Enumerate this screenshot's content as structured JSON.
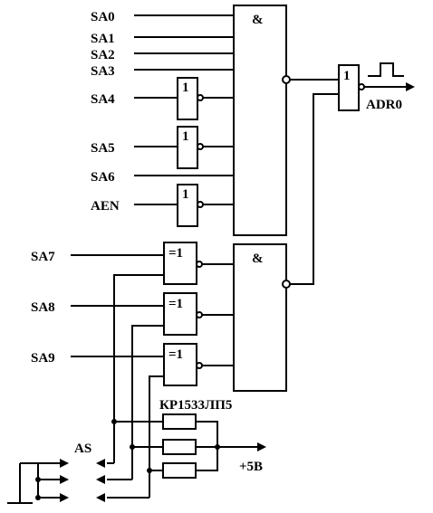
{
  "inputs": {
    "sa0": "SA0",
    "sa1": "SA1",
    "sa2": "SA2",
    "sa3": "SA3",
    "sa4": "SA4",
    "sa5": "SA5",
    "sa6": "SA6",
    "aen": "AEN",
    "sa7": "SA7",
    "sa8": "SA8",
    "sa9": "SA9"
  },
  "gates": {
    "and_symbol": "&",
    "not_symbol": "1",
    "xor_symbol": "=1",
    "or_symbol": "1"
  },
  "outputs": {
    "adr0": "ADR0",
    "as": "AS",
    "plus5v": "+5В"
  },
  "chip_label": "КР1533ЛП5"
}
